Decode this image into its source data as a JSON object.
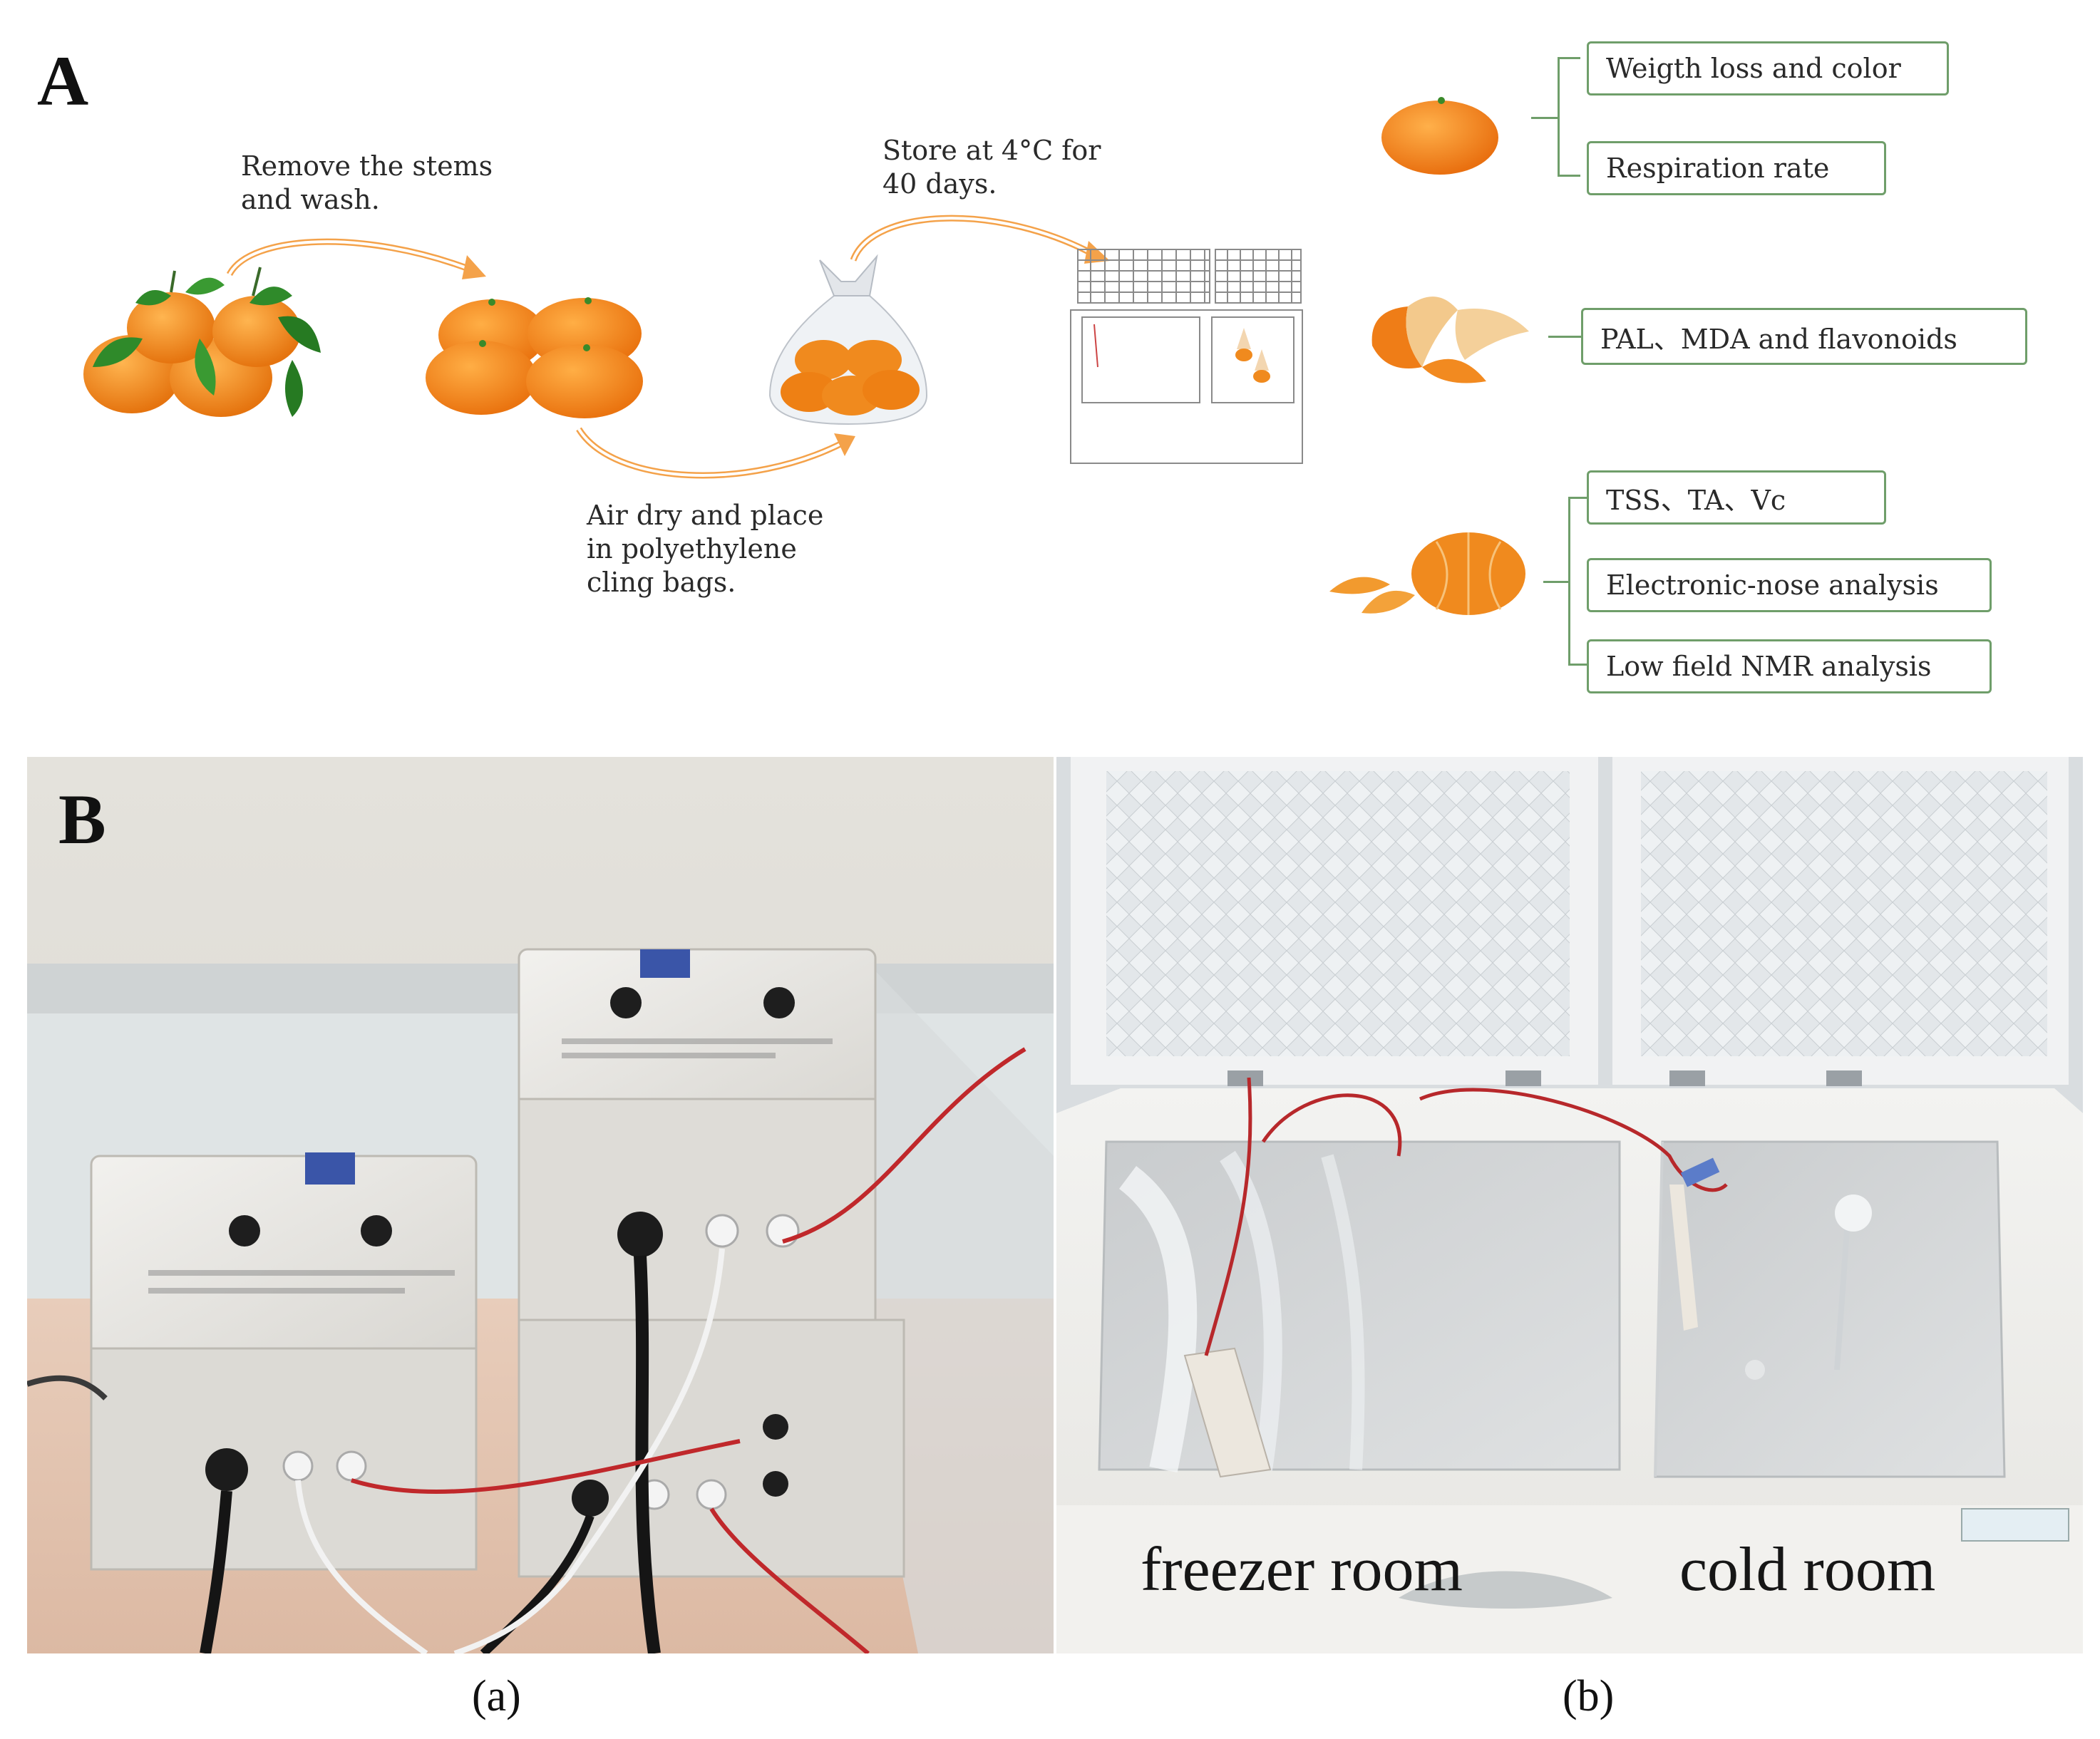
{
  "panel_a": {
    "letter": "A",
    "steps": {
      "remove_stems": "Remove the stems\nand wash.",
      "air_dry": "Air dry and place\nin polyethylene\ncling bags.",
      "store": "Store at 4°C for\n40 days."
    },
    "analyses": {
      "whole_fruit": [
        "Weigth loss and color",
        "Respiration rate"
      ],
      "peel": [
        "PAL、MDA and flavonoids"
      ],
      "pulp": [
        "TSS、TA、Vc",
        "Electronic-nose analysis",
        "Low field NMR analysis"
      ]
    }
  },
  "panel_b": {
    "letter": "B",
    "photo_labels": {
      "freezer": "freezer room",
      "cold": "cold room"
    },
    "captions": {
      "a": "(a)",
      "b": "(b)"
    }
  },
  "colors": {
    "orange": "#f08a1e",
    "leaf": "#2f8a2a",
    "arrow": "#f4a24a",
    "box_border": "#6f9e6a"
  }
}
